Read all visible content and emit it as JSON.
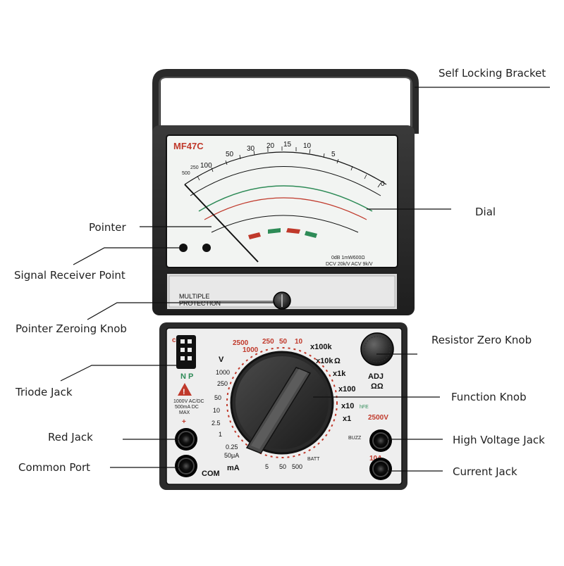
{
  "meter": {
    "model": "MF47C",
    "front_label_line1": "MULTIPLE",
    "front_label_line2": "PROTECTION",
    "adj_label": "ADJ",
    "ohm_label": "ΩΩ",
    "np_label": "N P",
    "warning_text_1": "1000V AC/DC",
    "warning_text_2": "500mA DC",
    "warning_text_3": "MAX",
    "com_label": "COM",
    "plus_label": "+",
    "hv_label": "2500V",
    "current_label": "10A",
    "dial_scale_top": [
      "50",
      "30",
      "20",
      "15",
      "10",
      "5",
      "0"
    ],
    "dial_scale_left": [
      "500",
      "250",
      "100"
    ],
    "dial_bottom_text": "DCV 20k/V  ACV 9k/V",
    "dial_bottom_text2": "0dB 1mW600Ω",
    "range_left": [
      "1000",
      "250",
      "50",
      "10",
      "2.5",
      "1",
      "0.25",
      "50μA"
    ],
    "range_bottom": [
      "5",
      "50",
      "500"
    ],
    "range_right": [
      "x100k",
      "x10k",
      "x1k",
      "x100",
      "x10",
      "x1"
    ],
    "range_top": [
      "2500",
      "250",
      "50",
      "10",
      "1000"
    ],
    "ma_label": "mA",
    "v_label": "V",
    "omega_label": "Ω",
    "buzz_label": "BUZZ",
    "batt_label": "BATT",
    "hfe_label": "hFE"
  },
  "callouts": {
    "self_locking_bracket": "Self Locking Bracket",
    "dial": "Dial",
    "pointer": "Pointer",
    "signal_receiver_point": "Signal Receiver Point",
    "pointer_zeroing_knob": "Pointer Zeroing Knob",
    "resistor_zero_knob": "Resistor Zero Knob",
    "triode_jack": "Triode Jack",
    "function_knob": "Function Knob",
    "red_jack": "Red Jack",
    "high_voltage_jack": "High Voltage Jack",
    "common_port": "Common Port",
    "current_jack": "Current Jack"
  }
}
